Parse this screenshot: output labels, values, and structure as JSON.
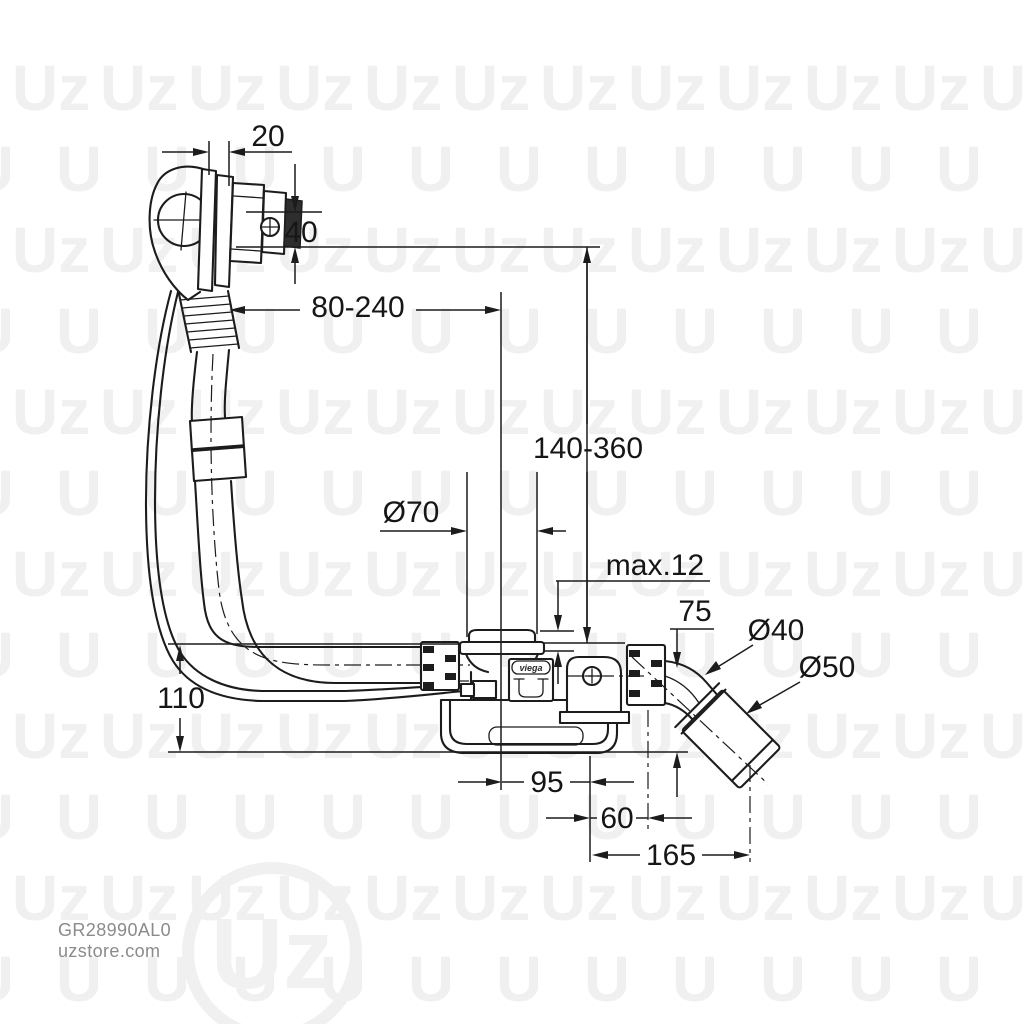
{
  "drawing": {
    "type": "technical-dimension-diagram",
    "subject": "bath waste and overflow filler set with flexible hoses, waste flange, trap and angled outlet",
    "brand_mark": "viega"
  },
  "dims": {
    "d20": "20",
    "d40": "40",
    "d80_240": "80-240",
    "d140_360": "140-360",
    "d70": "Ø70",
    "max12": "max.12",
    "d75": "75",
    "d40dia": "Ø40",
    "d50dia": "Ø50",
    "d110": "110",
    "d95": "95",
    "d60": "60",
    "d165": "165"
  },
  "footer": {
    "sku": "GR28990AL0",
    "site": "uzstore.com"
  },
  "watermark": {
    "tile": "Uz"
  },
  "colors": {
    "line": "#1c1c1c",
    "text": "#161616",
    "watermark": "#f0f0f0",
    "footer_text": "#8b8b8b",
    "background": "#ffffff"
  }
}
